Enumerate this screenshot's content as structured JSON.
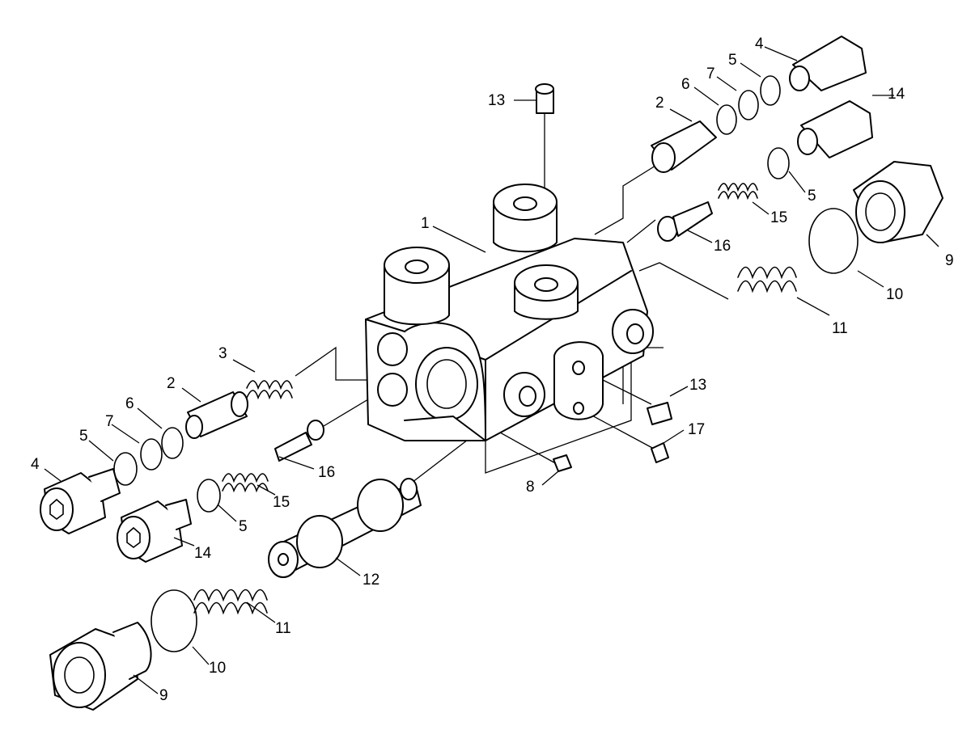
{
  "diagram": {
    "background": "#ffffff",
    "line_color": "#000000",
    "callouts": [
      {
        "id": "c1",
        "label": "1"
      },
      {
        "id": "c2l",
        "label": "2"
      },
      {
        "id": "c2r",
        "label": "2"
      },
      {
        "id": "c3",
        "label": "3"
      },
      {
        "id": "c4l",
        "label": "4"
      },
      {
        "id": "c4r",
        "label": "4"
      },
      {
        "id": "c5l",
        "label": "5"
      },
      {
        "id": "c5l2",
        "label": "5"
      },
      {
        "id": "c5r",
        "label": "5"
      },
      {
        "id": "c5r2",
        "label": "5"
      },
      {
        "id": "c6l",
        "label": "6"
      },
      {
        "id": "c6r",
        "label": "6"
      },
      {
        "id": "c7l",
        "label": "7"
      },
      {
        "id": "c7r",
        "label": "7"
      },
      {
        "id": "c8",
        "label": "8"
      },
      {
        "id": "c9l",
        "label": "9"
      },
      {
        "id": "c9r",
        "label": "9"
      },
      {
        "id": "c10l",
        "label": "10"
      },
      {
        "id": "c10r",
        "label": "10"
      },
      {
        "id": "c11l",
        "label": "11"
      },
      {
        "id": "c11r",
        "label": "11"
      },
      {
        "id": "c12",
        "label": "12"
      },
      {
        "id": "c13t",
        "label": "13"
      },
      {
        "id": "c13r",
        "label": "13"
      },
      {
        "id": "c14l",
        "label": "14"
      },
      {
        "id": "c14r",
        "label": "14"
      },
      {
        "id": "c15l",
        "label": "15"
      },
      {
        "id": "c15r",
        "label": "15"
      },
      {
        "id": "c16l",
        "label": "16"
      },
      {
        "id": "c16r",
        "label": "16"
      },
      {
        "id": "c17",
        "label": "17"
      }
    ]
  }
}
